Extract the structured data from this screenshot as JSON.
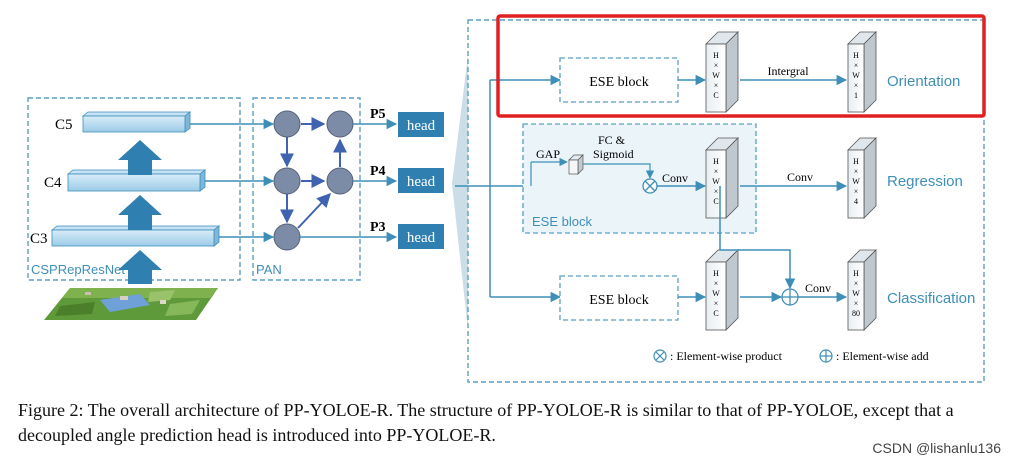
{
  "backbone": {
    "label": "CSPRepResNet",
    "levels": [
      "C5",
      "C4",
      "C3"
    ]
  },
  "neck": {
    "label": "PAN",
    "outputs": [
      "P5",
      "P4",
      "P3"
    ]
  },
  "head_label": "head",
  "orientation_branch": {
    "block_label": "ESE block",
    "op_label": "Intergral",
    "feature_map_text": [
      "H",
      "×",
      "W",
      "×",
      "1"
    ],
    "output_label": "Orientation"
  },
  "regression_branch": {
    "gap_label": "GAP",
    "fc_label_line1": "FC &",
    "fc_label_line2": "Sigmoid",
    "conv_label_inner": "Conv",
    "ese_label": "ESE block",
    "feature_map_text": [
      "H",
      "×",
      "W",
      "×",
      "C"
    ],
    "conv_label": "Conv",
    "output_map_text": [
      "H",
      "×",
      "W",
      "×",
      "4"
    ],
    "output_label": "Regression"
  },
  "classification_branch": {
    "block_label": "ESE block",
    "feature_map_text": [
      "H",
      "×",
      "W",
      "×",
      "C"
    ],
    "conv_label": "Conv",
    "output_map_text": [
      "H",
      "×",
      "W",
      "×",
      "80"
    ],
    "output_label": "Classification"
  },
  "orientation_input_map_text": [
    "H",
    "×",
    "W",
    "×",
    "C"
  ],
  "legend": {
    "product": ": Element-wise product",
    "add": ": Element-wise add"
  },
  "caption": "Figure 2: The overall architecture of PP-YOLOE-R. The structure of PP-YOLOE-R is similar to that of PP-YOLOE, except that a decoupled angle prediction head is introduced into PP-YOLOE-R.",
  "watermark": "CSDN @lishanlu136",
  "colors": {
    "line": "#3e8fb8",
    "node": "#7d8ca6",
    "head_fill": "#2f7fb0",
    "highlight": "#e02020",
    "dashed": "#5a9fc4"
  }
}
